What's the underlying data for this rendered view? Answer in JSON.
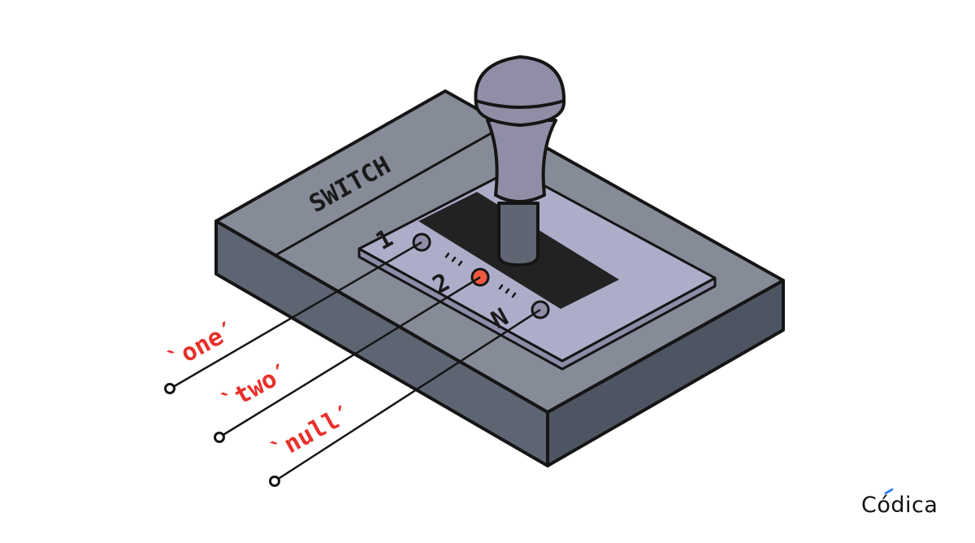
{
  "switch": {
    "label": "SWITCH",
    "positions": [
      {
        "label": "1",
        "value": "`one′",
        "active": false
      },
      {
        "label": "2",
        "value": "`two′",
        "active": true
      },
      {
        "label": "N",
        "value": "`null′",
        "active": false
      }
    ]
  },
  "brand": {
    "name": "Códica"
  },
  "colors": {
    "body_top": "#858b97",
    "body_front": "#5e6572",
    "body_side": "#4e5562",
    "plate": "#adadc9",
    "slot": "#222222",
    "knob": "#8f8ea6",
    "active_indicator": "#f05a41",
    "inactive_indicator": "#8f8ea6",
    "value_text": "#e8302a"
  }
}
